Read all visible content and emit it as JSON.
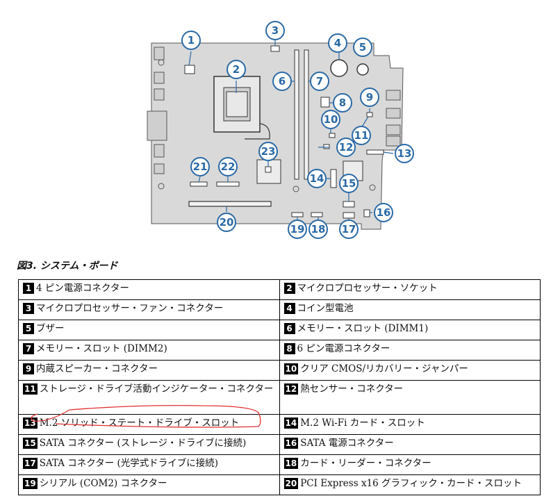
{
  "caption": "図3. システム・ボード",
  "callouts": [
    "1",
    "2",
    "3",
    "4",
    "5",
    "6",
    "7",
    "8",
    "9",
    "10",
    "11",
    "12",
    "13",
    "14",
    "15",
    "16",
    "17",
    "18",
    "19",
    "20",
    "21",
    "22",
    "23"
  ],
  "legend": [
    [
      {
        "n": "1",
        "t": "4 ピン電源コネクター"
      },
      {
        "n": "2",
        "t": "マイクロプロセッサー・ソケット"
      }
    ],
    [
      {
        "n": "3",
        "t": "マイクロプロセッサー・ファン・コネクター"
      },
      {
        "n": "4",
        "t": "コイン型電池"
      }
    ],
    [
      {
        "n": "5",
        "t": "ブザー"
      },
      {
        "n": "6",
        "t": "メモリー・スロット (DIMM1)"
      }
    ],
    [
      {
        "n": "7",
        "t": "メモリー・スロット (DIMM2)"
      },
      {
        "n": "8",
        "t": "6 ピン電源コネクター"
      }
    ],
    [
      {
        "n": "9",
        "t": "内蔵スピーカー・コネクター"
      },
      {
        "n": "10",
        "t": "クリア CMOS/リカバリー・ジャンパー"
      }
    ],
    [
      {
        "n": "11",
        "t": "ストレージ・ドライブ活動インジケーター・コネクター"
      },
      {
        "n": "12",
        "t": "熱センサー・コネクター"
      }
    ],
    [
      {
        "n": "13",
        "t": "M.2 ソリッド・ステート・ドライブ・スロット"
      },
      {
        "n": "14",
        "t": "M.2 Wi-Fi カード・スロット"
      }
    ],
    [
      {
        "n": "15",
        "t": "SATA コネクター (ストレージ・ドライブに接続)"
      },
      {
        "n": "16",
        "t": "SATA 電源コネクター"
      }
    ],
    [
      {
        "n": "17",
        "t": "SATA コネクター (光学式ドライブに接続)"
      },
      {
        "n": "18",
        "t": "カード・リーダー・コネクター"
      }
    ],
    [
      {
        "n": "19",
        "t": "シリアル (COM2) コネクター"
      },
      {
        "n": "20",
        "t": "PCI Express x16 グラフィック・カード・スロット"
      }
    ]
  ],
  "colors": {
    "callout": "#2a6aa6",
    "board": "#d9d9d9",
    "annotation": "#e03030"
  }
}
